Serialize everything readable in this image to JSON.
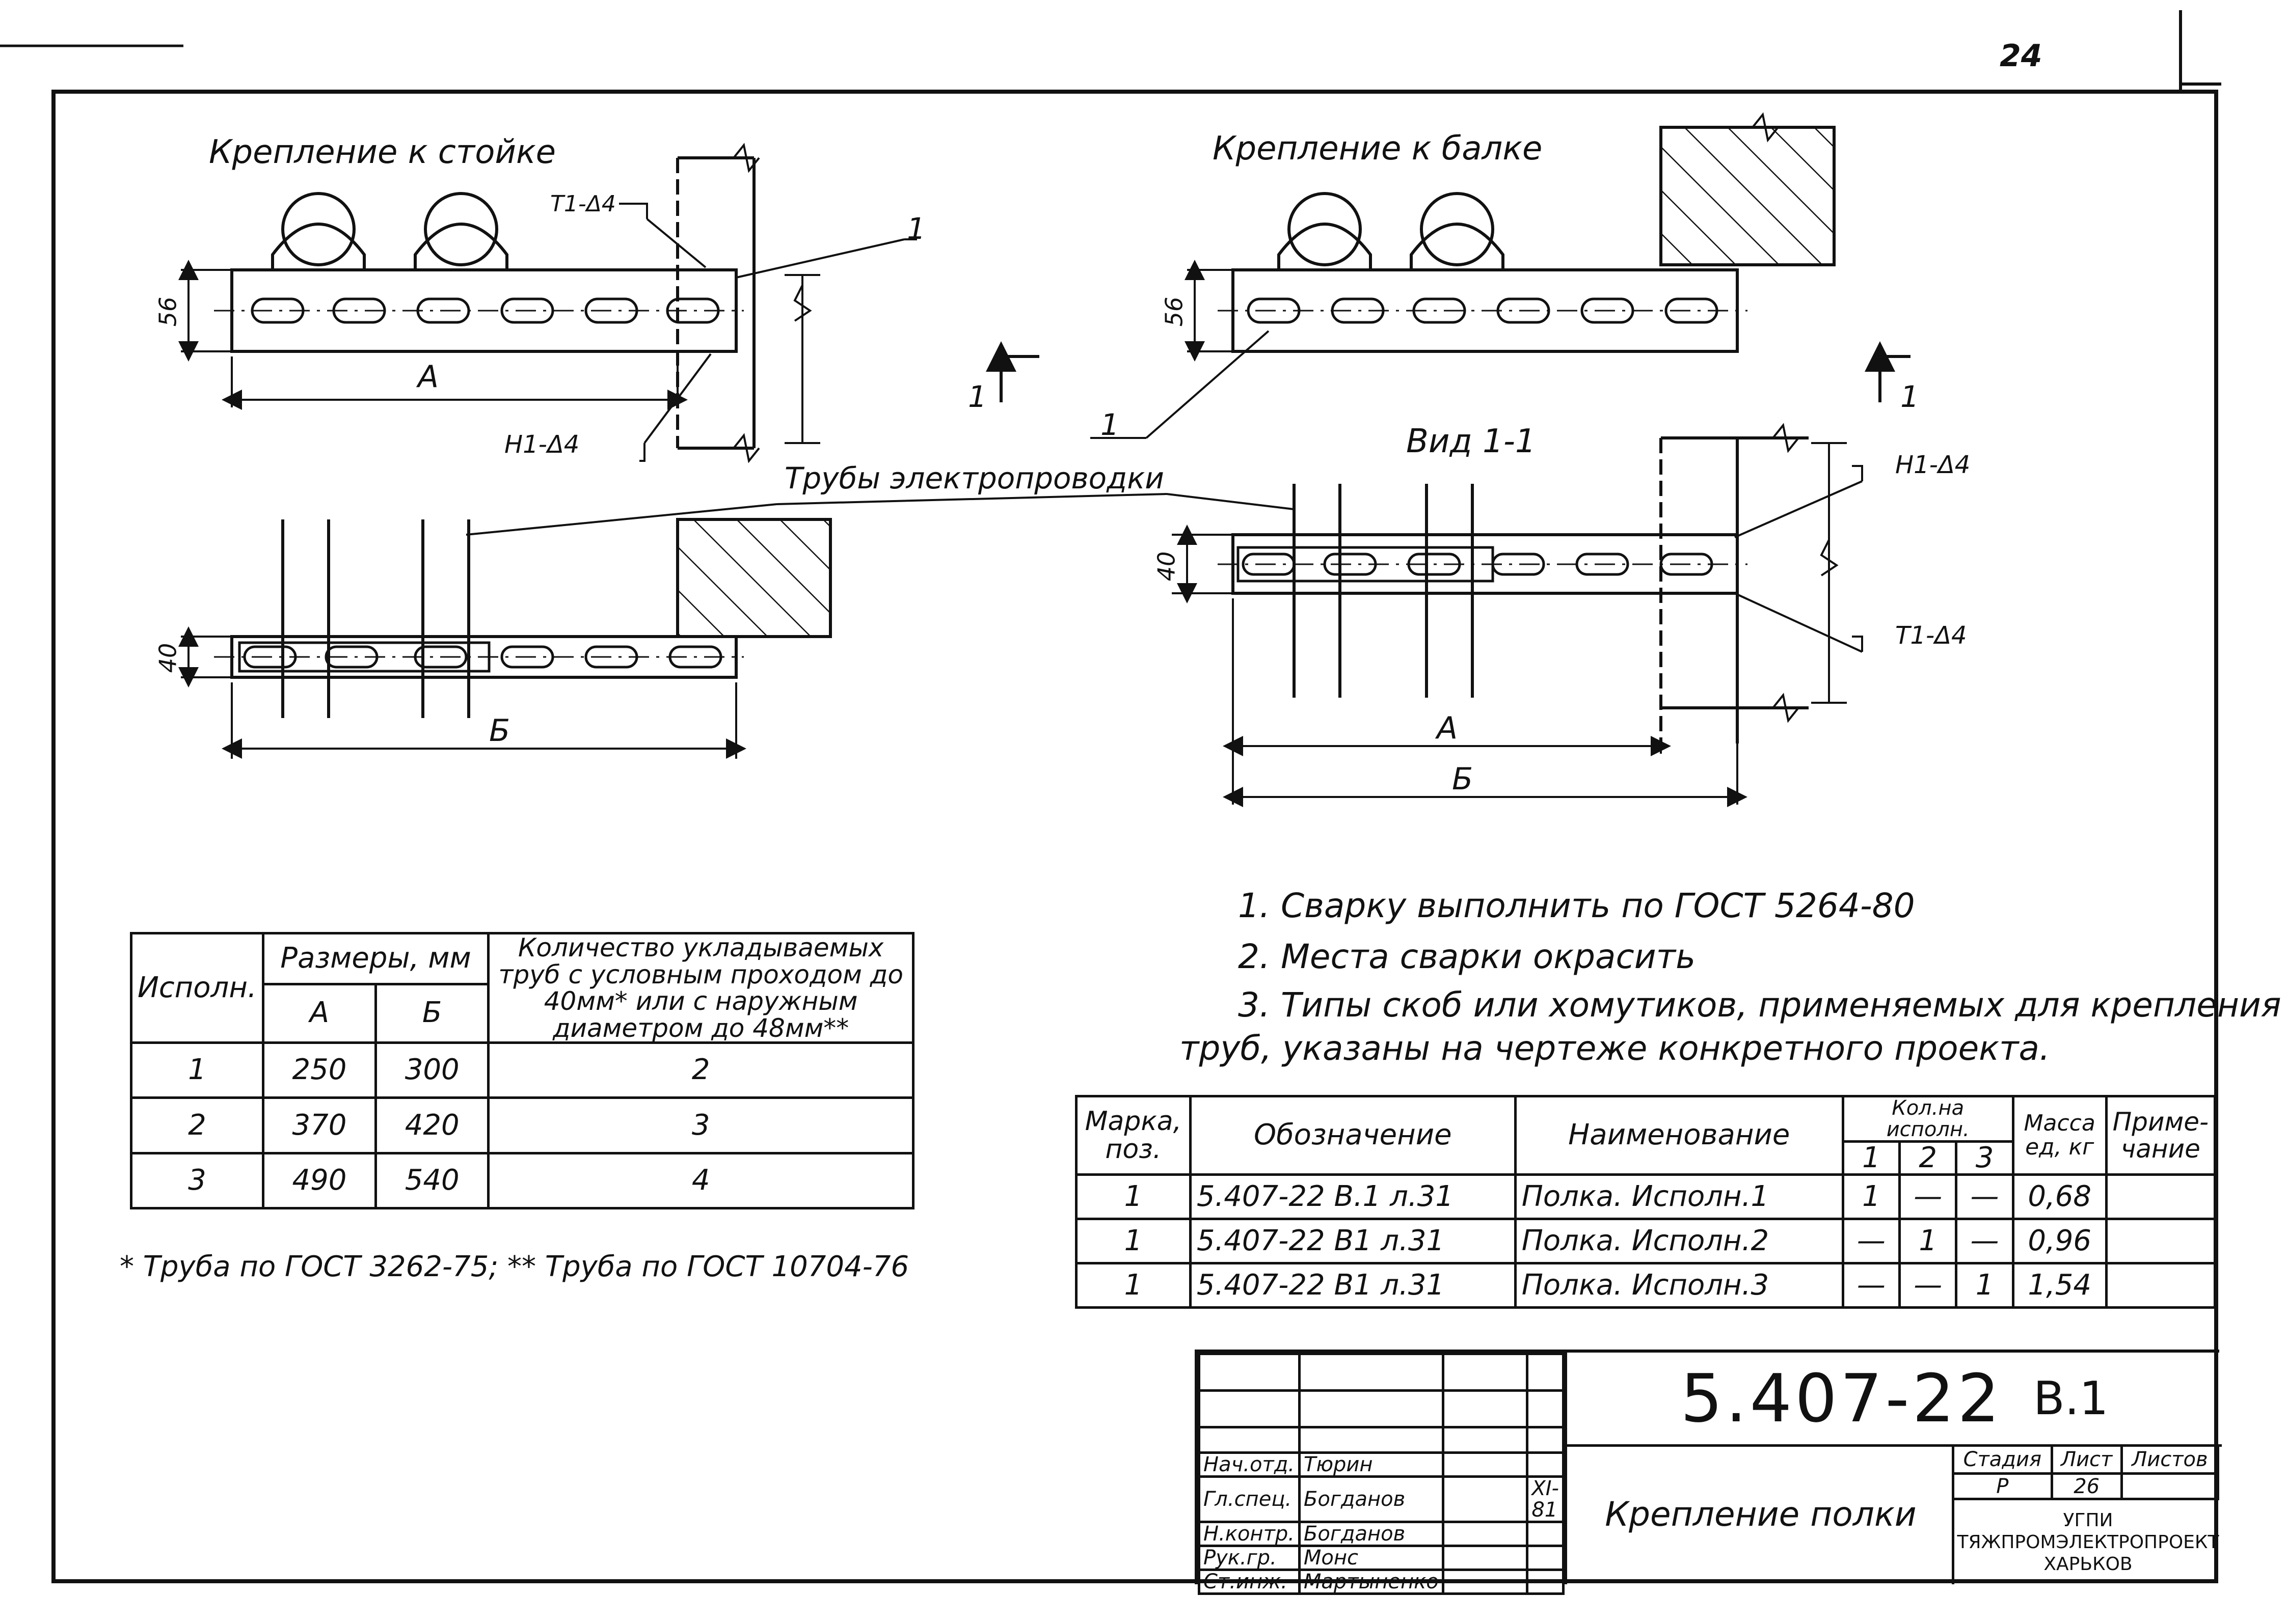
{
  "sheet_number": "24",
  "views": {
    "post_title": "Крепление к стойке",
    "beam_title": "Крепление к балке",
    "view_title": "Вид 1-1",
    "pipes_label": "Трубы электропроводки",
    "pos1": "1",
    "section_mark": "1",
    "weld_t1": "Т1-Δ4",
    "weld_h1": "Н1-Δ4",
    "dim_56": "56",
    "dim_40": "40",
    "dim_A": "А",
    "dim_B": "Б"
  },
  "sizes_table": {
    "h_ispoln": "Исполн.",
    "h_sizes": "Размеры, мм",
    "h_qty": "Количество укладываемых труб с условным проходом до 40мм* или с наружным диаметром до 48мм**",
    "h_a": "А",
    "h_b": "Б",
    "rows": [
      {
        "n": "1",
        "a": "250",
        "b": "300",
        "q": "2"
      },
      {
        "n": "2",
        "a": "370",
        "b": "420",
        "q": "3"
      },
      {
        "n": "3",
        "a": "490",
        "b": "540",
        "q": "4"
      }
    ]
  },
  "footnote": "* Труба по ГОСТ 3262-75; ** Труба по ГОСТ 10704-76",
  "notes": [
    "1. Сварку выполнить по ГОСТ 5264-80",
    "2. Места сварки окрасить",
    "3. Типы скоб или хомутиков, применяемых для крепления",
    "труб, указаны на чертеже конкретного проекта."
  ],
  "spec_table": {
    "h_mark": "Марка, поз.",
    "h_desig": "Обозначение",
    "h_name": "Наименование",
    "h_qty": "Кол.на исполн.",
    "h_q1": "1",
    "h_q2": "2",
    "h_q3": "3",
    "h_mass": "Масса ед, кг",
    "h_note": "Приме-чание",
    "rows": [
      {
        "mark": "1",
        "desig": "5.407-22 В.1 л.31",
        "name": "Полка. Исполн.1",
        "q1": "1",
        "q2": "—",
        "q3": "—",
        "mass": "0,68",
        "note": ""
      },
      {
        "mark": "1",
        "desig": "5.407-22 В1 л.31",
        "name": "Полка. Исполн.2",
        "q1": "—",
        "q2": "1",
        "q3": "—",
        "mass": "0,96",
        "note": ""
      },
      {
        "mark": "1",
        "desig": "5.407-22 В1 л.31",
        "name": "Полка. Исполн.3",
        "q1": "—",
        "q2": "—",
        "q3": "1",
        "mass": "1,54",
        "note": ""
      }
    ]
  },
  "title_block": {
    "code": "5.407-22",
    "issue": "В.1",
    "title": "Крепление полки",
    "stage_label": "Стадия",
    "sheet_label": "Лист",
    "sheets_label": "Листов",
    "stage": "Р",
    "sheet": "26",
    "org": [
      "УГПИ",
      "ТЯЖПРОМЭЛЕКТРОПРОЕКТ",
      "ХАРЬКОВ"
    ],
    "date": "XI-81",
    "people": [
      {
        "role": "Нач.отд.",
        "name": "Тюрин"
      },
      {
        "role": "Гл.спец.",
        "name": "Богданов"
      },
      {
        "role": "Н.контр.",
        "name": "Богданов"
      },
      {
        "role": "Рук.гр.",
        "name": "Монс"
      },
      {
        "role": "Ст.инж.",
        "name": "Мартыненко"
      }
    ]
  }
}
